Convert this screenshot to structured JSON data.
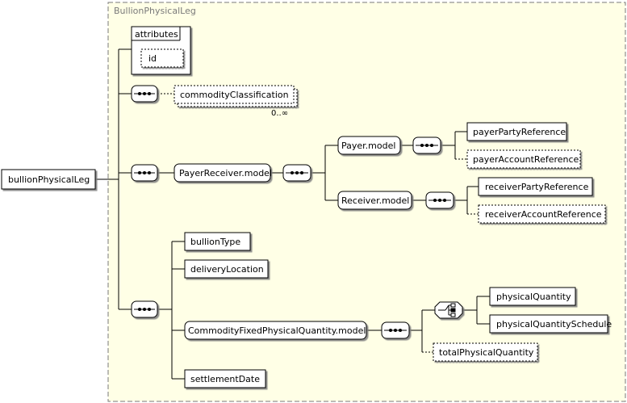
{
  "diagram": {
    "complex_type": "BullionPhysicalLeg",
    "root": "bullionPhysicalLeg",
    "attributes": {
      "header": "attributes",
      "items": [
        "id"
      ]
    },
    "commodity_classification": {
      "label": "commodityClassification",
      "cardinality": "0..∞"
    },
    "payer_receiver_model": "PayerReceiver.model",
    "payer_model": "Payer.model",
    "receiver_model": "Receiver.model",
    "payer_party_reference": "payerPartyReference",
    "payer_account_reference": "payerAccountReference",
    "receiver_party_reference": "receiverPartyReference",
    "receiver_account_reference": "receiverAccountReference",
    "bullion_type": "bullionType",
    "delivery_location": "deliveryLocation",
    "commodity_fixed_physical_quantity_model": "CommodityFixedPhysicalQuantity.model",
    "physical_quantity": "physicalQuantity",
    "physical_quantity_schedule": "physicalQuantitySchedule",
    "total_physical_quantity": "totalPhysicalQuantity",
    "settlement_date": "settlementDate"
  }
}
